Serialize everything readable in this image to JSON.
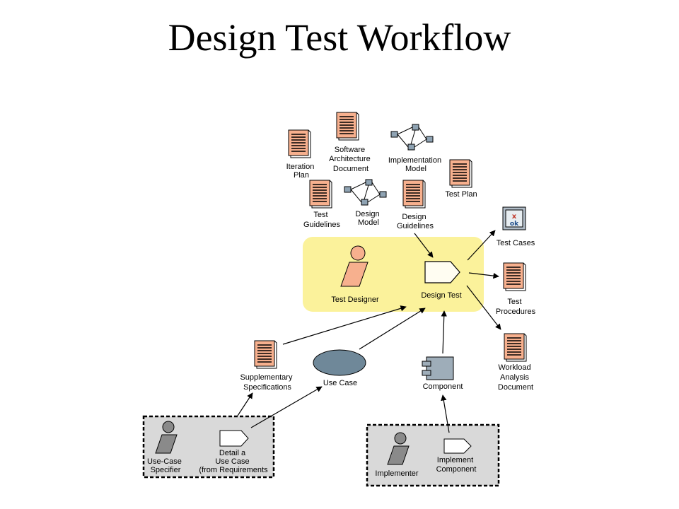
{
  "slide": {
    "title": "Design Test Workflow"
  },
  "colors": {
    "highlight": "#fbf29b",
    "doc_fill": "#f7b08e",
    "actor_fill": "#f7b08e",
    "usecase_fill": "#6f8899",
    "group_fill": "#d9d9d9"
  },
  "inputs": {
    "iteration_plan": [
      "Iteration",
      "Plan"
    ],
    "software_architecture_document": [
      "Software",
      "Architecture",
      "Document"
    ],
    "implementation_model": [
      "Implementation",
      "Model"
    ],
    "test_plan": [
      "Test Plan"
    ],
    "test_guidelines": [
      "Test",
      "Guidelines"
    ],
    "design_model": [
      "Design",
      "Model"
    ],
    "design_guidelines": [
      "Design",
      "Guidelines"
    ]
  },
  "center": {
    "worker": [
      "Test Designer"
    ],
    "activity": [
      "Design Test"
    ]
  },
  "outputs": {
    "test_cases": [
      "Test Cases"
    ],
    "test_procedures": [
      "Test",
      "Procedures"
    ],
    "workload_analysis_document": [
      "Workload",
      "Analysis",
      "Document"
    ]
  },
  "upstream": {
    "supplementary_specifications": [
      "Supplementary",
      "Specifications"
    ],
    "use_case": [
      "Use Case"
    ],
    "component": [
      "Component"
    ]
  },
  "groups": {
    "use_case_specifier": [
      "Use-Case",
      "Specifier"
    ],
    "detail_a_use_case": [
      "Detail a",
      "Use Case",
      "(from Requirements"
    ],
    "implementer": [
      "Implementer"
    ],
    "implement_component": [
      "Implement",
      "Component"
    ]
  }
}
